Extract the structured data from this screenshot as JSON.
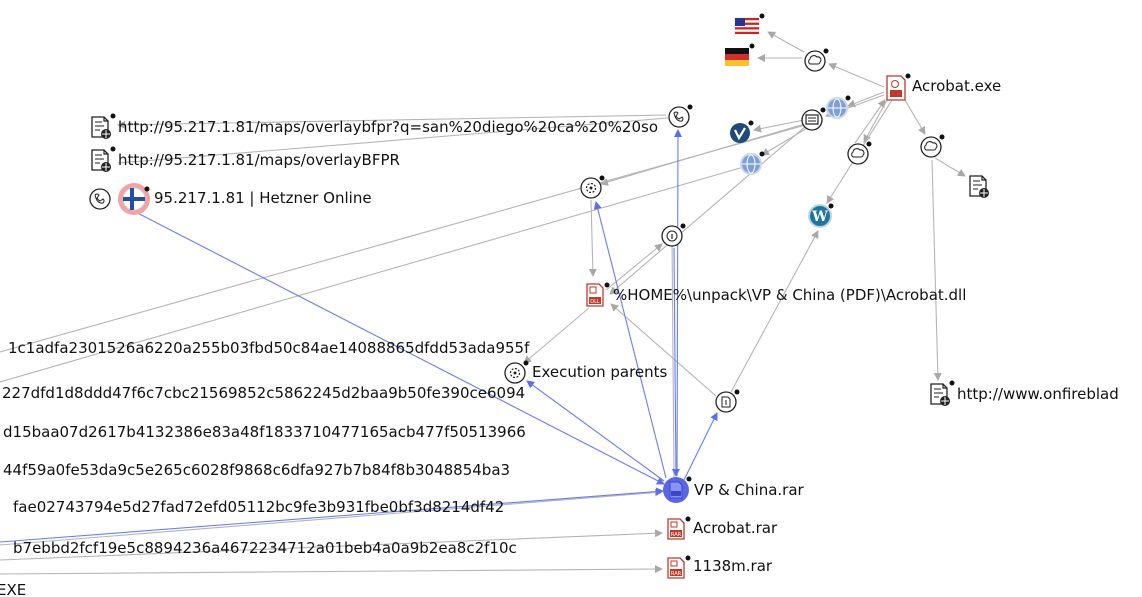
{
  "colors": {
    "edge_grey": "#b5b5b5",
    "edge_blue": "#6b7cf5",
    "selected_node": "#5b66e6",
    "file_red": "#c0392b",
    "flag_fi_halo": "#f4a3a3",
    "wordpress_blue": "#21759b",
    "vimeo_navy": "#1e4b7a",
    "globe_blue": "#7e9fd6"
  },
  "nodes": {
    "flag_us": {
      "icon": "flag-us-icon"
    },
    "flag_de": {
      "icon": "flag-de-icon"
    },
    "acrobat_exe": {
      "icon": "exe-file-icon",
      "label": "Acrobat.exe"
    },
    "url_overlay_q": {
      "icon": "url-document-icon",
      "label": "http://95.217.1.81/maps/overlaybfpr?q=san%20diego%20ca%20%20so"
    },
    "url_overlay_upper": {
      "icon": "url-document-icon",
      "label": "http://95.217.1.81/maps/overlayBFPR"
    },
    "ip_hetzner": {
      "icon": "flag-fi-icon",
      "label": "95.217.1.81 | Hetzner Online"
    },
    "acrobat_dll": {
      "icon": "dll-file-icon",
      "label": "%HOME%\\unpack\\VP & China (PDF)\\Acrobat.dll"
    },
    "execution_parents": {
      "icon": "execution-parents-icon",
      "label": "Execution parents"
    },
    "url_onfire": {
      "icon": "url-document-icon",
      "label": "http://www.onfireblad"
    },
    "vp_china_rar": {
      "icon": "rar-archive-icon",
      "label": "VP & China.rar"
    },
    "acrobat_rar": {
      "icon": "rar-archive-icon",
      "label": "Acrobat.rar"
    },
    "m1138_rar": {
      "icon": "rar-archive-icon",
      "label": "1138m.rar"
    }
  },
  "hashes": [
    "1c1adfa2301526a6220a255b03fbd50c84ae14088865dfdd53ada955f",
    "227dfd1d8ddd47f6c7cbc21569852c5862245d2baa9b50fe390ce6094",
    "d15baa07d2617b4132386e83a48f1833710477165acb477f50513966",
    "44f59a0fe53da9c5e265c6028f9868c6dfa927b7b84f8b3048854ba3",
    "fae02743794e5d27fad72efd05112bc9fe3b931fbe0bf3d8214df42",
    "b7ebbd2fcf19e5c8894236a4672234712a01beb4a0a9b2ea8c2f10c",
    "EXE"
  ]
}
